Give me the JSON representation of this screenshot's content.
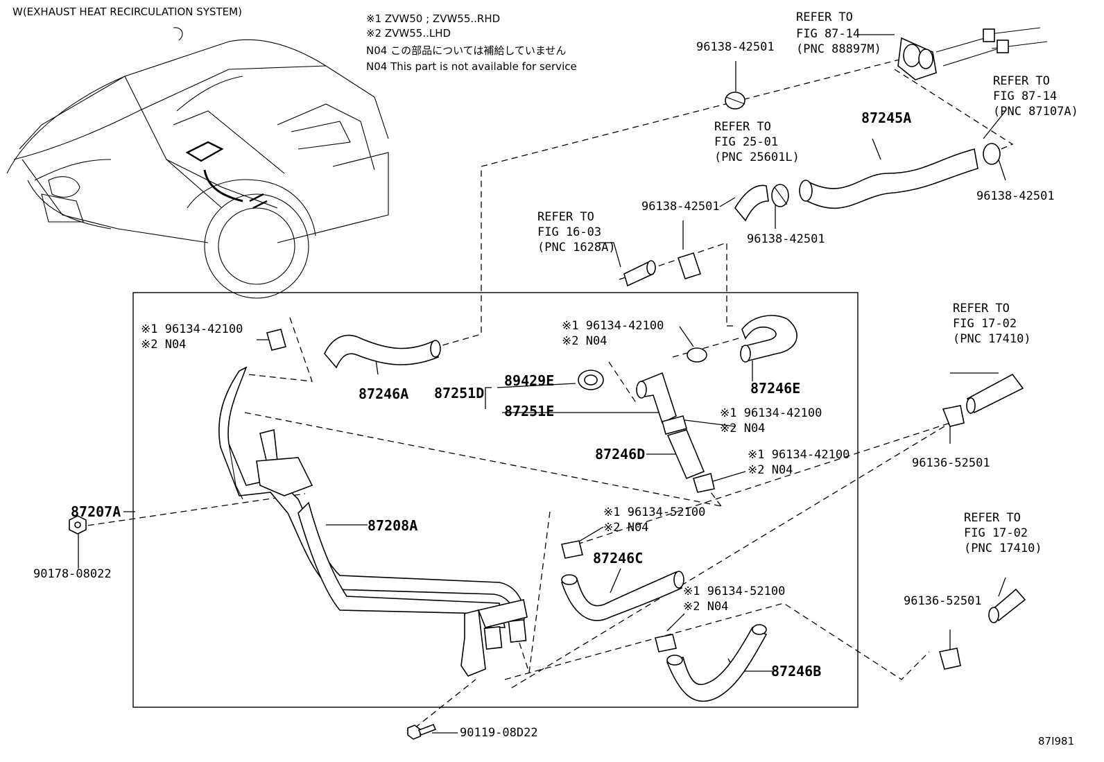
{
  "header": {
    "title": "W(EXHAUST HEAT RECIRCULATION SYSTEM)",
    "notes": [
      "※1 ZVW50 ; ZVW55..RHD",
      "※2 ZVW55..LHD",
      "N04  この部品については補給していません",
      "N04  This part is not available for service"
    ]
  },
  "refs": {
    "r1": [
      "REFER TO",
      "FIG 87-14",
      "(PNC 88897M)"
    ],
    "r2": [
      "REFER TO",
      "FIG 87-14",
      "(PNC 87107A)"
    ],
    "r3": [
      "REFER TO",
      "FIG 25-01",
      "(PNC 25601L)"
    ],
    "r4": [
      "REFER TO",
      "FIG 16-03",
      "(PNC 1628A)"
    ],
    "r5": [
      "REFER TO",
      "FIG 17-02",
      "(PNC 17410)"
    ],
    "r6": [
      "REFER TO",
      "FIG 17-02",
      "(PNC 17410)"
    ]
  },
  "parts": {
    "p96138_a": "96138-42501",
    "p96138_b": "96138-42501",
    "p96138_c": "96138-42501",
    "p96138_d": "96138-42501",
    "p87245A": "87245A",
    "p96136_a": "96136-52501",
    "p96136_b": "96136-52501",
    "p87207A": "87207A",
    "p90178": "90178-08022",
    "p90119": "90119-08D22",
    "p87246A": "87246A",
    "p87251D": "87251D",
    "p89429E": "89429E",
    "p87251E": "87251E",
    "p87246D": "87246D",
    "p87246E": "87246E",
    "p87208A": "87208A",
    "p87246C": "87246C",
    "p87246B": "87246B",
    "clip1": [
      "※1 96134-42100",
      "※2 N04"
    ],
    "clip2": [
      "※1 96134-42100",
      "※2 N04"
    ],
    "clip3": [
      "※1 96134-42100",
      "※2 N04"
    ],
    "clip4": [
      "※1 96134-42100",
      "※2 N04"
    ],
    "clip5": [
      "※1 96134-52100",
      "※2 N04"
    ],
    "clip6": [
      "※1 96134-52100",
      "※2 N04"
    ]
  },
  "footer": {
    "code": "87I981"
  }
}
